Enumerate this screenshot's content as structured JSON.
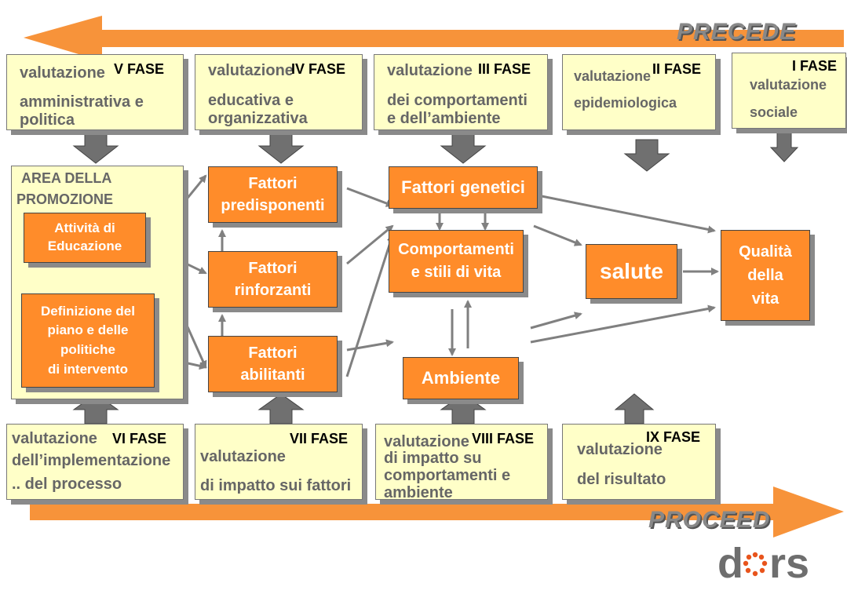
{
  "labels": {
    "precede": "PRECEDE",
    "proceed": "PROCEED",
    "logo": "dors"
  },
  "top_phases": [
    {
      "fase": "V FASE",
      "line1": "valutazione",
      "line2": "amministrativa e",
      "line3": "politica"
    },
    {
      "fase": "IV FASE",
      "line1": "valutazione",
      "line2": "educativa e",
      "line3": "organizzativa"
    },
    {
      "fase": "III FASE",
      "line1": "valutazione",
      "line2": "dei comportamenti",
      "line3": "e dell’ambiente"
    },
    {
      "fase": "II FASE",
      "line1": "valutazione",
      "line2": "epidemiologica"
    },
    {
      "fase": "I FASE",
      "line1": "valutazione",
      "line2": "sociale"
    }
  ],
  "bottom_phases": [
    {
      "fase": "VI FASE",
      "line1": "valutazione",
      "line2": "dell’implementazione",
      "line3": ".. del processo"
    },
    {
      "fase": "VII FASE",
      "line1": "valutazione",
      "line2": "di impatto sui fattori"
    },
    {
      "fase": "VIII FASE",
      "line1": "valutazione",
      "line2": "di impatto su",
      "line3": "comportamenti e",
      "line4": "ambiente"
    },
    {
      "fase": "IX FASE",
      "line1": "valutazione",
      "line2": "del risultato"
    }
  ],
  "area": {
    "title1": "AREA DELLA",
    "title2": "PROMOZIONE",
    "attivita1": "Attività di",
    "attivita2": "Educazione",
    "def1": "Definizione del",
    "def2": "piano e delle",
    "def3": "politiche",
    "def4": "di intervento"
  },
  "factors": {
    "predisponenti1": "Fattori",
    "predisponenti2": "predisponenti",
    "rinforzanti1": "Fattori",
    "rinforzanti2": "rinforzanti",
    "abilitanti1": "Fattori",
    "abilitanti2": "abilitanti",
    "genetici": "Fattori genetici",
    "comportamenti1": "Comportamenti",
    "comportamenti2": "e stili  di vita",
    "ambiente": "Ambiente",
    "salute": "salute",
    "qualita1": "Qualità",
    "qualita2": "della",
    "qualita3": "vita"
  },
  "colors": {
    "orange": "#ff8c2a",
    "yellow": "#ffffc8",
    "arrow_gray": "#808080",
    "shadow": "#8a8a8a",
    "logo_dot": "#e8541c"
  }
}
